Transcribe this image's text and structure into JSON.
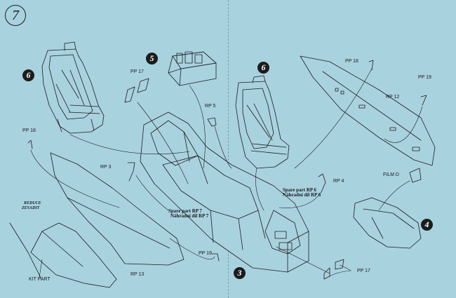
{
  "step": "7",
  "badges": {
    "seat_left": "6",
    "seat_center": "6",
    "panel": "5",
    "tub": "3",
    "nose": "4"
  },
  "labels": {
    "pp17_top": "PP 17",
    "rp5": "RP 5",
    "pp18_left": "PP 18",
    "rp3": "RP 3",
    "reduce": "REDUCE",
    "zesadit": "ZESADIT",
    "kit_part": "KIT PART",
    "rp13": "RP 13",
    "pp19_bottom": "PP 19",
    "spare7": "Spare part RP 7",
    "nahradni7": "Náhradní díl RP 7",
    "spare6": "Spare part RP 6",
    "nahradni6": "Náhradní díl RP 6",
    "rp4": "RP 4",
    "pp17_bottom": "PP 17",
    "pp18_right": "PP 18",
    "pp19_right": "PP 19",
    "rp12": "RP 12",
    "film": "FILM D"
  }
}
